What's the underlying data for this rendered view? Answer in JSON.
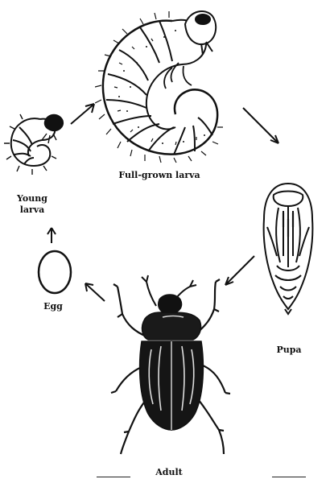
{
  "stages": {
    "full_grown_larva": {
      "label": "Full-grown larva",
      "icon": "curled-grub-icon"
    },
    "pupa": {
      "label": "Pupa",
      "icon": "pupa-icon"
    },
    "adult": {
      "label": "Adult",
      "icon": "beetle-icon"
    },
    "egg": {
      "label": "Egg",
      "icon": "egg-icon"
    },
    "young_larva": {
      "label_line1": "Young",
      "label_line2": "larva",
      "icon": "small-grub-icon"
    }
  },
  "cycle_order": [
    "Egg",
    "Young larva",
    "Full-grown larva",
    "Pupa",
    "Adult"
  ],
  "colors": {
    "ink": "#111111",
    "paper": "#ffffff"
  }
}
